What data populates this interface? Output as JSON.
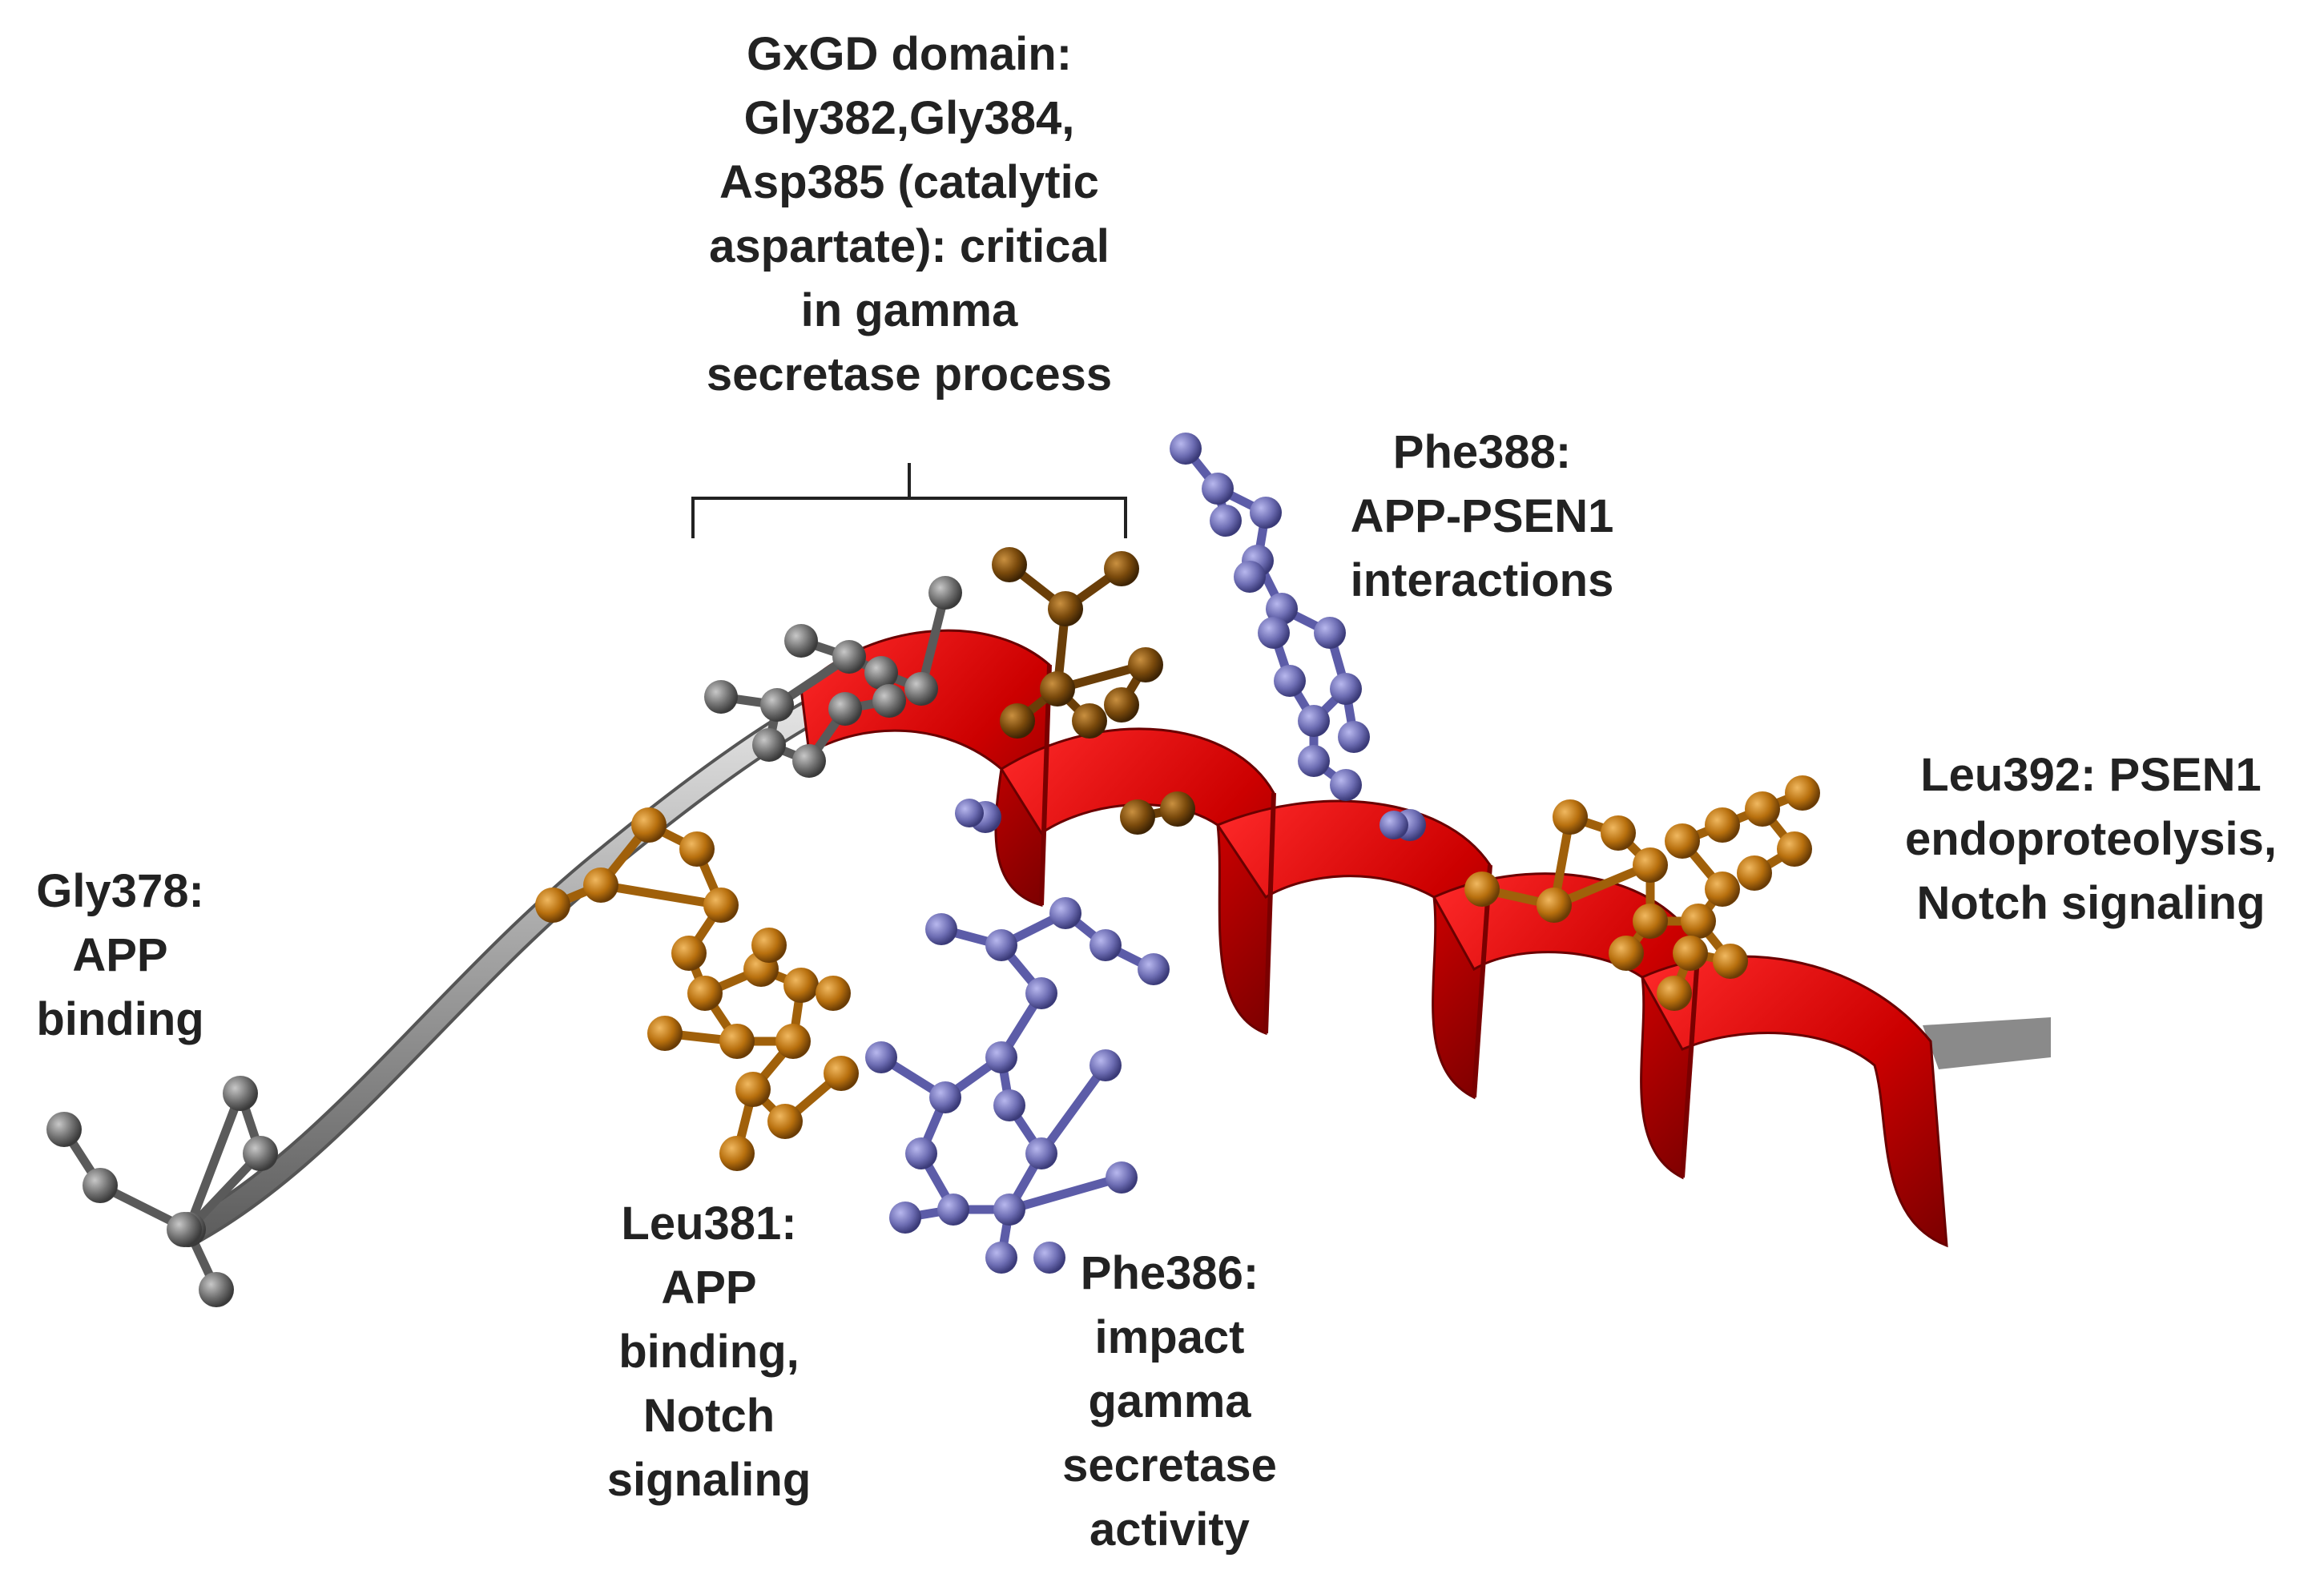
{
  "colors": {
    "helix": "#cc0000",
    "helix_dark": "#8e0000",
    "coil": "#a9a9a9",
    "gray_atom": "#6f6f6f",
    "orange_atom": "#b8700e",
    "brown_atom": "#7a4a0c",
    "blue_atom": "#6e6eb4",
    "text": "#222222"
  },
  "labels": {
    "gxgd": [
      "GxGD domain:",
      "Gly382,Gly384,",
      "Asp385 (catalytic",
      "aspartate): critical",
      "in gamma",
      "secretase process"
    ],
    "phe388": [
      "Phe388:",
      "APP-PSEN1",
      "interactions"
    ],
    "gly378": [
      "Gly378:",
      "APP",
      "binding"
    ],
    "leu392": [
      "Leu392: PSEN1",
      "endoproteolysis,",
      "Notch signaling"
    ],
    "leu381": [
      "Leu381:",
      "APP",
      "binding,",
      "Notch",
      "signaling"
    ],
    "phe386": [
      "Phe386:",
      "impact",
      "gamma",
      "secretase",
      "activity"
    ]
  }
}
